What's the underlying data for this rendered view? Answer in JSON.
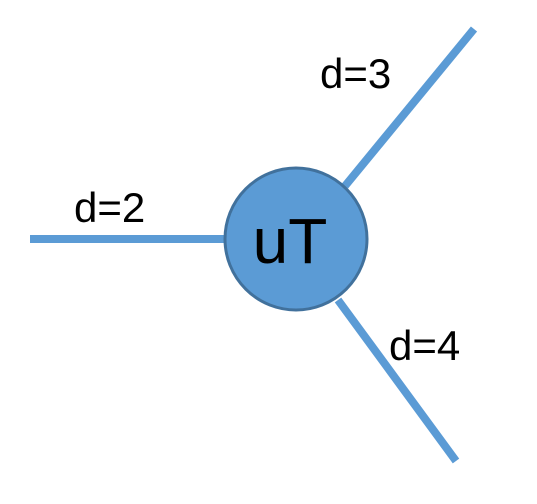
{
  "colors": {
    "edge": "#5b9bd5",
    "node_fill": "#5b9bd5",
    "node_stroke": "#41719c",
    "text": "#000000",
    "background": "#ffffff"
  },
  "node": {
    "label": "uT"
  },
  "edges": [
    {
      "label": "d=2"
    },
    {
      "label": "d=3"
    },
    {
      "label": "d=4"
    }
  ]
}
